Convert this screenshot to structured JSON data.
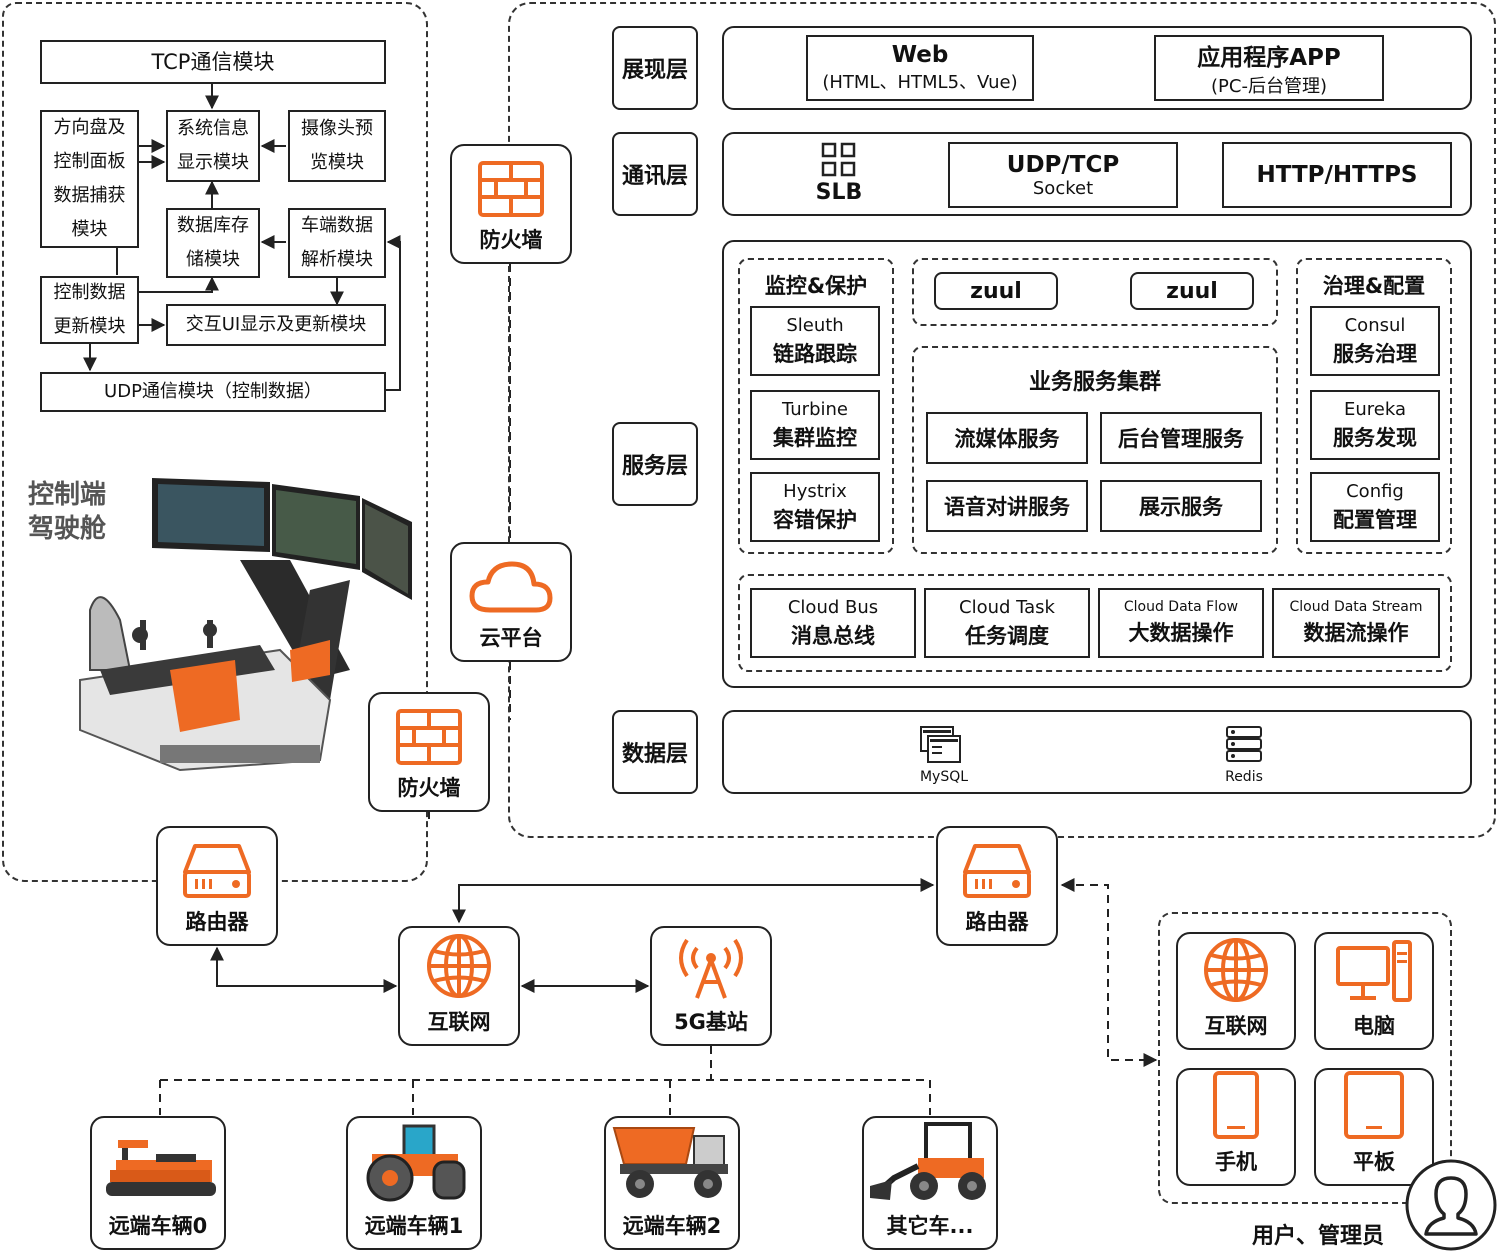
{
  "control": {
    "tcp": "TCP通信模块",
    "steering": "方向盘及控制面板数据捕获模块",
    "sysinfo": "系统信息显示模块",
    "camera": "摄像头预览模块",
    "db": "数据库存储模块",
    "vehparse": "车端数据解析模块",
    "ctrlupdate": "控制数据更新模块",
    "uiupdate": "交互UI显示及更新模块",
    "udp": "UDP通信模块（控制数据）",
    "cockpit_label": "控制端驾驶舱"
  },
  "middle": {
    "firewall1": "防火墙",
    "cloud": "云平台",
    "firewall2": "防火墙"
  },
  "layers": {
    "presentation": "展现层",
    "communication": "通讯层",
    "service": "服务层",
    "data": "数据层"
  },
  "presentation": {
    "web_title": "Web",
    "web_sub": "(HTML、HTML5、Vue)",
    "app_title": "应用程序APP",
    "app_sub": "(PC-后台管理)"
  },
  "communication": {
    "slb": "SLB",
    "udp_title": "UDP/TCP",
    "udp_sub": "Socket",
    "http": "HTTP/HTTPS"
  },
  "service": {
    "monitor_title": "监控&保护",
    "sleuth_en": "Sleuth",
    "sleuth_zh": "链路跟踪",
    "turbine_en": "Turbine",
    "turbine_zh": "集群监控",
    "hystrix_en": "Hystrix",
    "hystrix_zh": "容错保护",
    "zuul1": "zuul",
    "zuul2": "zuul",
    "cluster_title": "业务服务集群",
    "stream": "流媒体服务",
    "admin": "后台管理服务",
    "voice": "语音对讲服务",
    "display": "展示服务",
    "gov_title": "治理&配置",
    "consul_en": "Consul",
    "consul_zh": "服务治理",
    "eureka_en": "Eureka",
    "eureka_zh": "服务发现",
    "config_en": "Config",
    "config_zh": "配置管理",
    "bus_en": "Cloud Bus",
    "bus_zh": "消息总线",
    "task_en": "Cloud Task",
    "task_zh": "任务调度",
    "flow_en": "Cloud Data Flow",
    "flow_zh": "大数据操作",
    "dstream_en": "Cloud Data Stream",
    "dstream_zh": "数据流操作"
  },
  "data": {
    "mysql": "MySQL",
    "redis": "Redis"
  },
  "network": {
    "router_left": "路由器",
    "router_right": "路由器",
    "internet": "互联网",
    "base5g": "5G基站"
  },
  "vehicles": [
    "远端车辆0",
    "远端车辆1",
    "远端车辆2",
    "其它车..."
  ],
  "users": {
    "internet": "互联网",
    "pc": "电脑",
    "phone": "手机",
    "tablet": "平板",
    "label": "用户、管理员"
  },
  "colors": {
    "accent": "#ee6a23",
    "line": "#222222"
  }
}
